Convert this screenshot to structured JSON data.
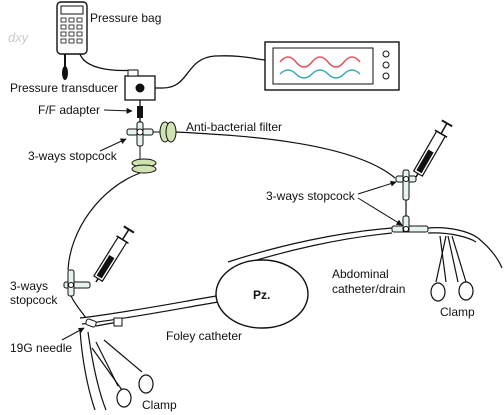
{
  "labels": {
    "pressure_bag": "Pressure bag",
    "pressure_transducer": "Pressure transducer",
    "ff_adapter": "F/F adapter",
    "stopcock_top": "3-ways stopcock",
    "anti_bacterial_filter": "Anti-bacterial filter",
    "stopcock_right": "3-ways stopcock",
    "stopcock_left_line1": "3-ways",
    "stopcock_left_line2": "stopcock",
    "pz": "Pz.",
    "abdominal_line1": "Abdominal",
    "abdominal_line2": "catheter/drain",
    "needle_19g": "19G needle",
    "foley_catheter": "Foley catheter",
    "clamp_right": "Clamp",
    "clamp_bottom": "Clamp"
  },
  "watermark": "dxy",
  "colors": {
    "monitor_wave_top": "#e0505a",
    "monitor_wave_bottom": "#3aa6b4",
    "filter_fill": "#cfe3b0",
    "stopcock_fill": "#e6f4ee",
    "line": "#111111"
  }
}
